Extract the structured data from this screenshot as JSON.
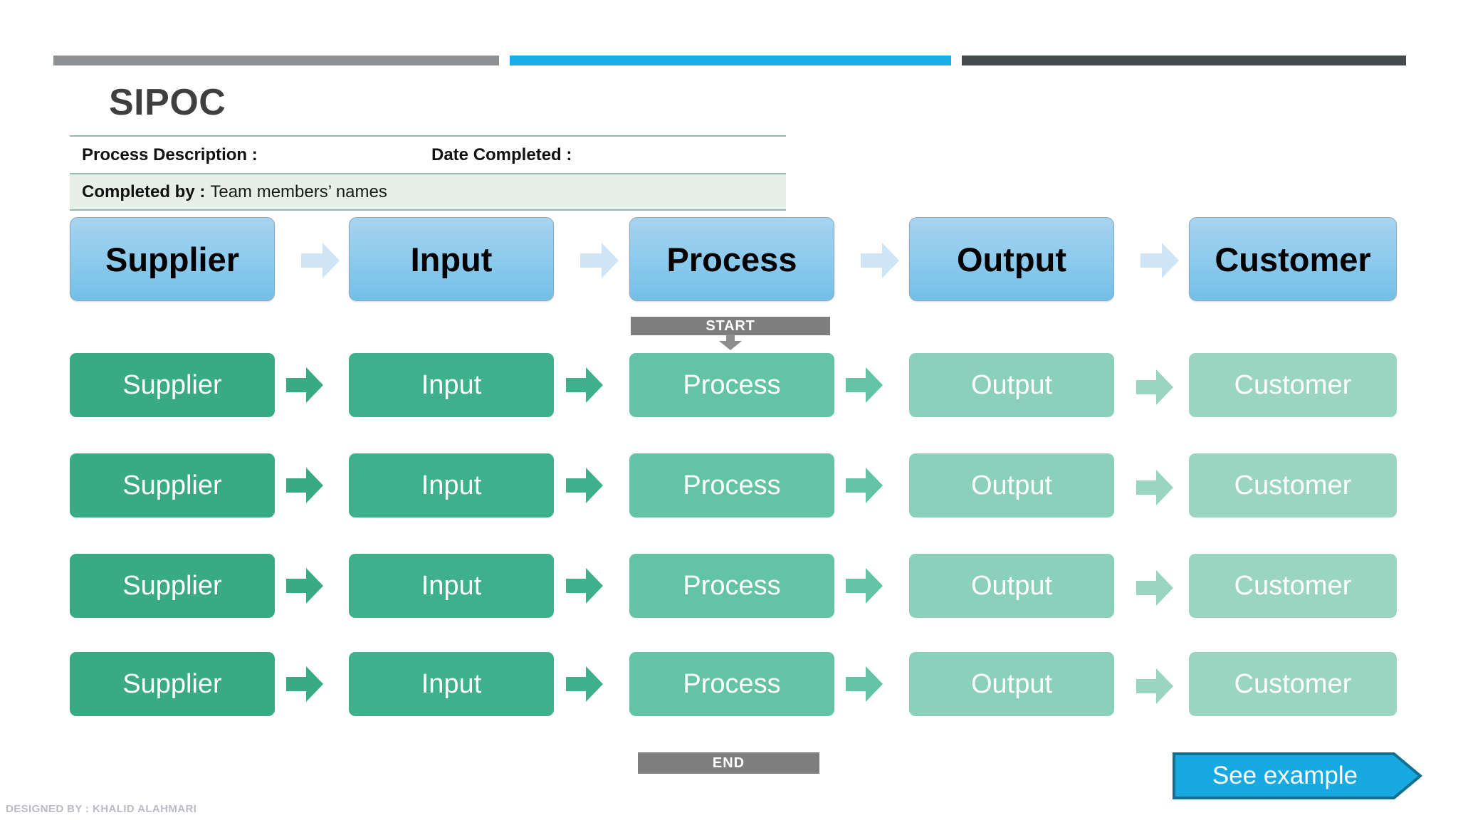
{
  "topbars": [
    {
      "name": "gray-bar",
      "color": "#8d9194"
    },
    {
      "name": "cyan-bar",
      "color": "#1badea"
    },
    {
      "name": "dark-bar",
      "color": "#434a4c"
    }
  ],
  "header": {
    "title": "SIPOC"
  },
  "info": {
    "process_description_label": "Process Description :",
    "date_completed_label": "Date Completed :",
    "completed_by_label": "Completed by :",
    "completed_by_value": "Team members’ names",
    "border_color": "#8fbcae",
    "row_background": "#e7efe9"
  },
  "columns": [
    {
      "key": "supplier",
      "label": "Supplier",
      "green": "#38ab85",
      "arrow_green": "#38ab85"
    },
    {
      "key": "input",
      "label": "Input",
      "green": "#3eb08c",
      "arrow_green": "#3eb08c"
    },
    {
      "key": "process",
      "label": "Process",
      "green": "#63c3a5",
      "arrow_green": "#63c3a5"
    },
    {
      "key": "output",
      "label": "Output",
      "green": "#8bd0ba",
      "arrow_green": "#8bd0ba"
    },
    {
      "key": "customer",
      "label": "Customer",
      "green": "#9ad5c2",
      "arrow_green": "#9ad5c2"
    }
  ],
  "header_row": {
    "boxes": [
      "Supplier",
      "Input",
      "Process",
      "Output",
      "Customer"
    ],
    "box_gradient_top": "#a8d3ef",
    "box_gradient_bottom": "#74bfe8",
    "arrow_color": "#cfe4f5",
    "text_color": "#000000"
  },
  "rows": [
    {
      "cells": [
        "Supplier",
        "Input",
        "Process",
        "Output",
        "Customer"
      ]
    },
    {
      "cells": [
        "Supplier",
        "Input",
        "Process",
        "Output",
        "Customer"
      ]
    },
    {
      "cells": [
        "Supplier",
        "Input",
        "Process",
        "Output",
        "Customer"
      ]
    },
    {
      "cells": [
        "Supplier",
        "Input",
        "Process",
        "Output",
        "Customer"
      ]
    }
  ],
  "flow": {
    "start_label": "START",
    "end_label": "END",
    "banner_color": "#7e7e7e"
  },
  "see_example": {
    "label": "See example",
    "fill": "#18a9e0",
    "stroke": "#10708f"
  },
  "footer": {
    "credit": "DESIGNED BY : KHALID ALAHMARI"
  }
}
